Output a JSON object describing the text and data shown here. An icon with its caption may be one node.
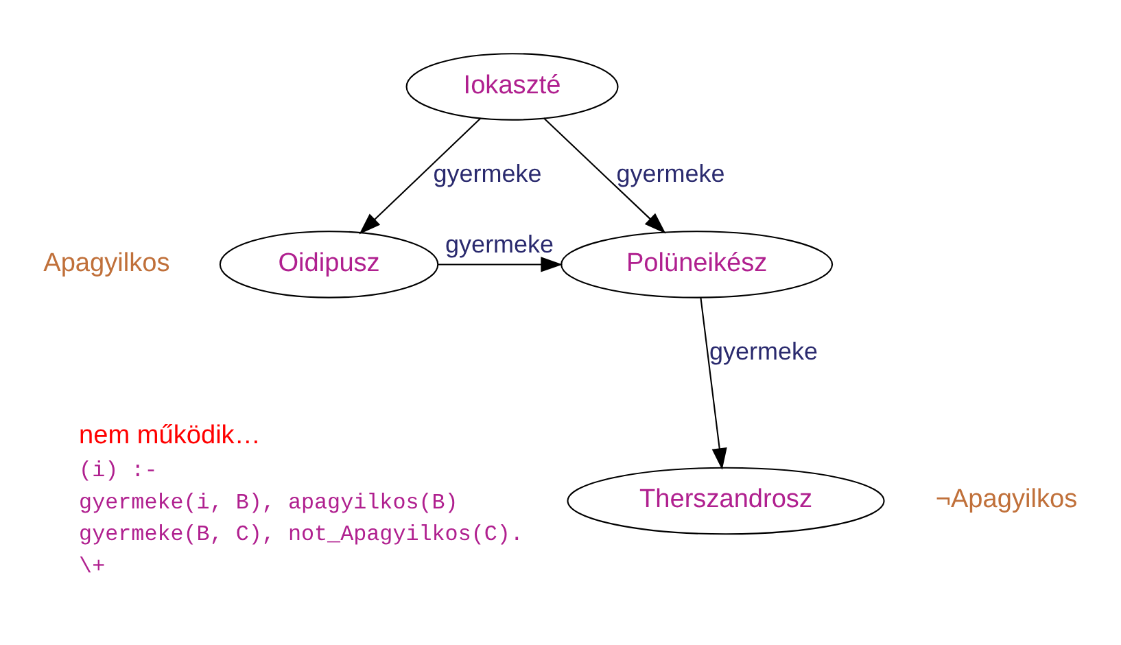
{
  "diagram": {
    "nodes": [
      {
        "text": [
          "Iokaszté"
        ]
      },
      {
        "text": [
          "Oidipusz"
        ],
        "beside": [
          "Apagyilkos"
        ]
      },
      {
        "text": [
          "Polüneikész"
        ]
      },
      {
        "text": [
          "Therszandrosz"
        ],
        "beside": [
          "¬Apagyilkos"
        ]
      }
    ],
    "edges": [
      {
        "from": 0,
        "to": 1,
        "arrow": "to",
        "label": "gyermeke"
      },
      {
        "from": 0,
        "to": 2,
        "arrow": "to",
        "label": "gyermeke"
      },
      {
        "from": 1,
        "to": 2,
        "arrow": "to",
        "label": "gyermeke"
      },
      {
        "from": 2,
        "to": 3,
        "arrow": "to",
        "label": "gyermeke"
      }
    ],
    "labels": [
      "nem működik…",
      "(i) :-",
      "gyermeke(i, B), apagyilkos(B)",
      "gyermeke(B, C), not_Apagyilkos(C).",
      "\\+"
    ]
  }
}
